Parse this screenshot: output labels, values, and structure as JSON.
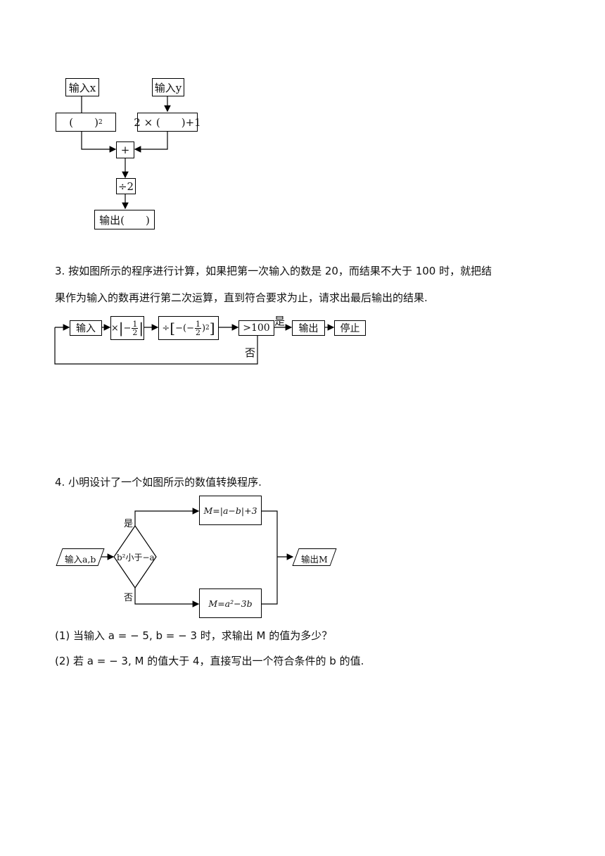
{
  "flow1": {
    "input_x": "输入x",
    "input_y": "输入y",
    "square": "(　　)",
    "square_exp": "2",
    "linear": "2 × (　　)+1",
    "plus": "+",
    "div2": "÷2",
    "output": "输出(　　)"
  },
  "q3": {
    "line1": "3. 按如图所示的程序进行计算，如果把第一次输入的数是 20，而结果不大于 100 时，就把结",
    "line2": "果作为输入的数再进行第二次运算，直到符合要求为止，请求出最后输出的结果.",
    "input": "输入",
    "times": "×",
    "frac_num": "1",
    "frac_den": "2",
    "divide": "÷",
    "minus_paren": "−(−",
    "exp": "2",
    "cond": ">100",
    "yes": "是",
    "no": "否",
    "output": "输出",
    "stop": "停止"
  },
  "q4": {
    "title": "4. 小明设计了一个如图所示的数值转换程序.",
    "input": "输入a,b",
    "condition": "b²小于−a",
    "yes": "是",
    "no": "否",
    "formula_top": "M=|a−b|+3",
    "formula_bottom": "M=a²−3b",
    "output": "输出M",
    "sub1": "(1) 当输入 a = − 5, b = − 3 时，求输出 M 的值为多少？",
    "sub2": "(2) 若 a = − 3, M 的值大于 4，直接写出一个符合条件的 b 的值."
  }
}
